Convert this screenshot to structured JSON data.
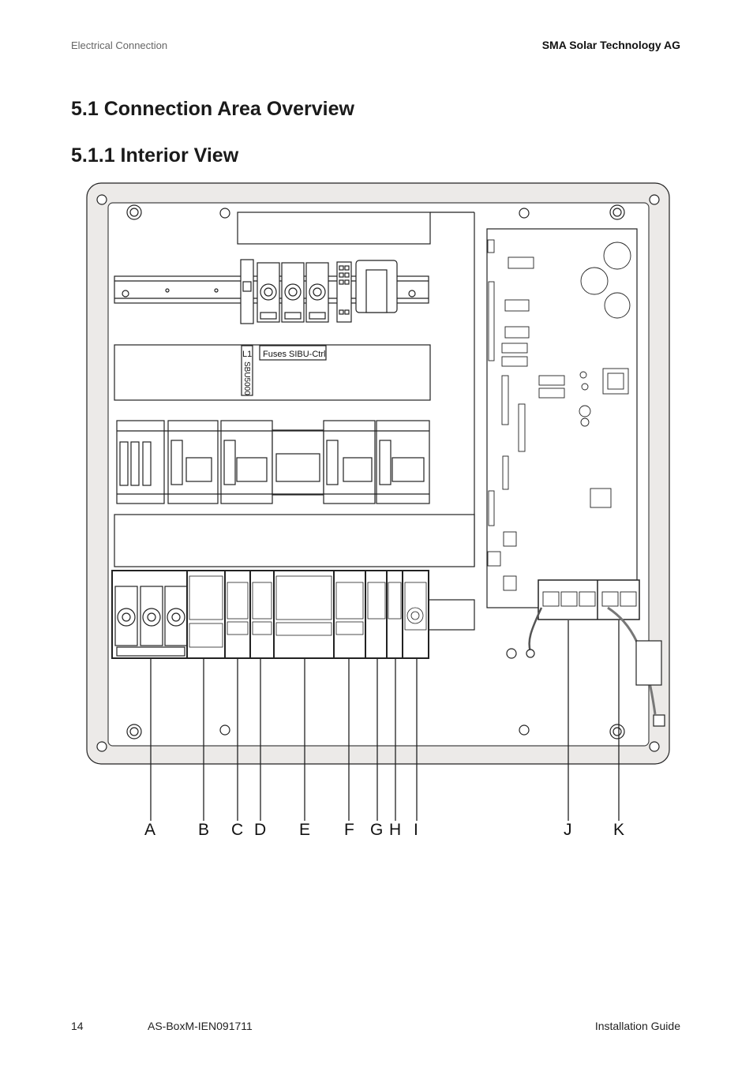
{
  "header": {
    "section": "Electrical Connection",
    "company": "SMA Solar Technology AG"
  },
  "headings": {
    "h1": "5.1 Connection Area Overview",
    "h2": "5.1.1 Interior View"
  },
  "diagram": {
    "fuse_label_l1": "L1",
    "fuse_label_text": "Fuses SIBU-Ctrl",
    "fuse_label_vertical": "SBU5000",
    "callouts": [
      "A",
      "B",
      "C",
      "D",
      "E",
      "F",
      "G",
      "H",
      "I",
      "J",
      "K"
    ]
  },
  "footer": {
    "page": "14",
    "doc_code": "AS-BoxM-IEN091711",
    "doc_type": "Installation Guide"
  }
}
